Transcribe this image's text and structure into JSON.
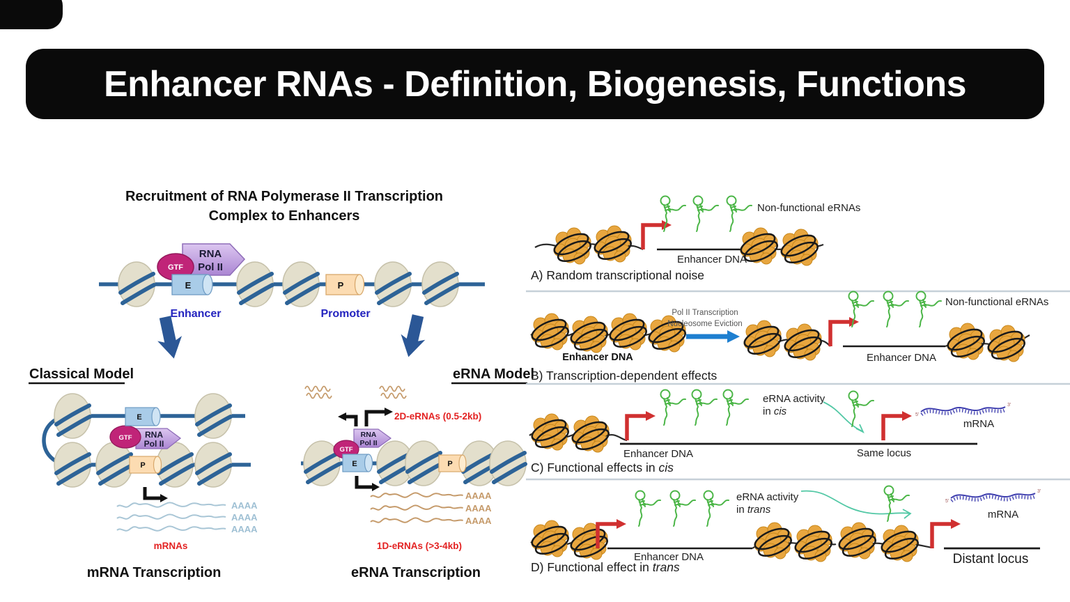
{
  "banner": {
    "title": "Enhancer RNAs - Definition, Biogenesis, Functions",
    "bg": "#0a0a0a",
    "text_color": "#ffffff"
  },
  "left_figure": {
    "heading_line1": "Recruitment of RNA Polymerase II Transcription",
    "heading_line2": "Complex to Enhancers",
    "labels": {
      "rna": "RNA",
      "pol_ii": "Pol II",
      "gtf": "GTF",
      "e": "E",
      "p": "P",
      "enhancer": "Enhancer",
      "promoter": "Promoter",
      "polya": "AAAA"
    },
    "classical": {
      "title": "Classical Model",
      "mrnas": "mRNAs",
      "caption": "mRNA Transcription"
    },
    "erna_model": {
      "title": "eRNA Model",
      "two_d": "2D-eRNAs (0.5-2kb)",
      "one_d": "1D-eRNAs (>3-4kb)",
      "caption": "eRNA Transcription"
    }
  },
  "right_figure": {
    "panel_a": {
      "nonfunctional": "Non-functional eRNAs",
      "enhancer_dna": "Enhancer DNA",
      "caption": "A) Random transcriptional noise"
    },
    "panel_b": {
      "enhancer_dna_left": "Enhancer DNA",
      "process_line1": "Pol II Transcription",
      "process_line2": "Nucleosome Eviction",
      "nonfunctional": "Non-functional eRNAs",
      "enhancer_dna_right": "Enhancer DNA",
      "caption": "B) Transcription-dependent effects"
    },
    "panel_c": {
      "activity_line1": "eRNA activity",
      "activity_prefix": "in ",
      "activity_italic": "cis",
      "enhancer_dna": "Enhancer DNA",
      "same_locus": "Same locus",
      "mrna": "mRNA",
      "caption_prefix": "C) Functional effects in ",
      "caption_italic": "cis"
    },
    "panel_d": {
      "activity_line1": "eRNA activity",
      "activity_prefix": "in ",
      "activity_italic": "trans",
      "enhancer_dna": "Enhancer DNA",
      "distant_locus": "Distant locus",
      "mrna": "mRNA",
      "caption_prefix": "D) Functional effect in ",
      "caption_italic": "trans"
    },
    "mrna_ends": {
      "five": "5'",
      "three": "3'"
    }
  },
  "colors": {
    "dna_blue": "#2d6397",
    "pol2_purple": "#b08fd6",
    "gtf_magenta": "#c02478",
    "enhancer_box_blue": "#a9cce8",
    "promoter_box_peach": "#fcdcb2",
    "label_blue": "#2424bf",
    "big_arrow_blue": "#2b5796",
    "red_arrow": "#d03030",
    "red_text": "#e32222",
    "erna_green": "#4cb648",
    "nucleosome_gold": "#e8a63f",
    "mrna_navy": "#3c3cae",
    "erna_tan": "#c59a6a",
    "mrna_light_blue": "#a9c6d6",
    "divider": "#c6d0d8",
    "teal_arrow": "#52c8a5",
    "process_arrow_blue": "#1e7fd0"
  }
}
